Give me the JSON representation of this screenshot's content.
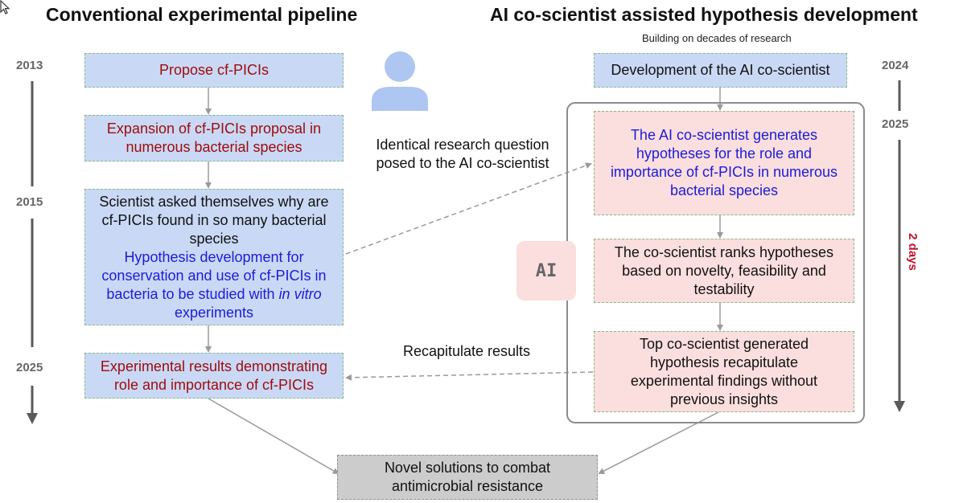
{
  "titles": {
    "left": "Conventional experimental pipeline",
    "right": "AI co-scientist assisted hypothesis development",
    "right_subtitle": "Building on decades of research"
  },
  "left_timeline": {
    "years": [
      "2013",
      "2015",
      "2025"
    ]
  },
  "right_timeline": {
    "years": [
      "2024",
      "2025"
    ],
    "duration_label": "2 days"
  },
  "left_boxes": {
    "propose": "Propose cf-PICIs",
    "expansion": "Expansion of cf-PICIs proposal in numerous bacterial species",
    "scientist_question": "Scientist asked themselves why are cf-PICIs found in so many bacterial species",
    "hypothesis_part1": "Hypothesis development for conservation and use of cf-PICIs in bacteria to be studied with ",
    "hypothesis_italic": "in vitro",
    "hypothesis_part2": " experiments",
    "results": "Experimental results demonstrating role and importance of cf-PICIs"
  },
  "right_boxes": {
    "development": "Development of the AI co-scientist",
    "generates": "The AI co-scientist generates hypotheses for the role and importance of cf-PICIs in numerous bacterial species",
    "ranks": "The co-scientist ranks hypotheses based on novelty, feasibility and testability",
    "top": "Top co-scientist generated hypothesis recapitulate experimental findings without previous insights"
  },
  "annotations": {
    "identical_question": "Identical research question posed to the AI co-scientist",
    "recapitulate": "Recapitulate results"
  },
  "ai_badge": "AI",
  "outcome": "Novel solutions to combat antimicrobial resistance",
  "icons": {
    "scientist": "person-icon",
    "cursor": "cursor-icon"
  },
  "colors": {
    "box_blue": "#c9d9f5",
    "box_pink": "#fbdede",
    "box_gray": "#cccccc",
    "text_red": "#a00c0c",
    "text_blue": "#1c1cd8",
    "days_red": "#c0122a",
    "person_icon": "#aec6f2"
  }
}
